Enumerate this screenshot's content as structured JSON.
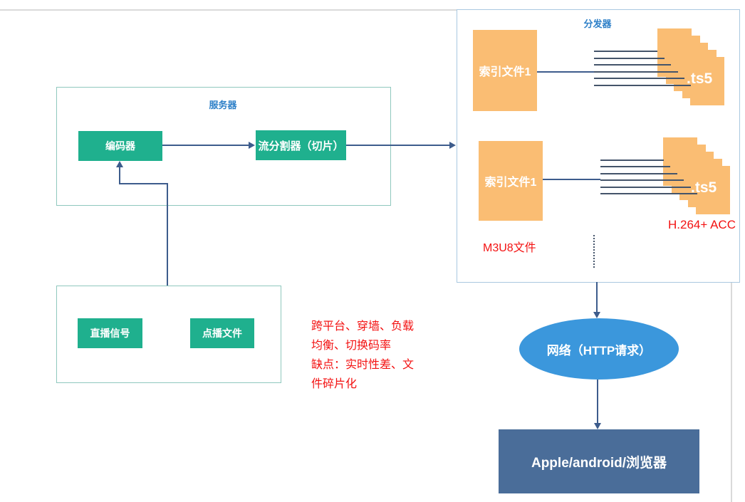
{
  "colors": {
    "shape_green": "#1fb08e",
    "shape_orange": "#fabd73",
    "ellipse_blue": "#3b97dc",
    "client_slate": "#4a6d99",
    "frame_teal": "#8fc8be",
    "frame_blue": "#a9c8e0",
    "title_blue": "#2e80c8",
    "annotation_red": "#f31212",
    "connector_blue": "#3d5c8c"
  },
  "server_group": {
    "title": "服务器",
    "encoder_label": "编码器",
    "splitter_label": "流分割器（切片）"
  },
  "source_group": {
    "live_label": "直播信号",
    "vod_label": "点播文件"
  },
  "annotation": {
    "lines": [
      "跨平台、穿墙、负载",
      "均衡、切换码率",
      "缺点：实时性差、文",
      "件碎片化"
    ]
  },
  "distributor": {
    "title": "分发器",
    "rows": [
      {
        "index_label": "索引文件1",
        "ts_label": ".ts5"
      },
      {
        "index_label": "索引文件1",
        "ts_label": ".ts5"
      }
    ],
    "m3u8_label": "M3U8文件",
    "codec_label": "H.264+ ACC"
  },
  "network": {
    "label": "网络（HTTP请求）"
  },
  "client": {
    "label": "Apple/android/浏览器"
  }
}
